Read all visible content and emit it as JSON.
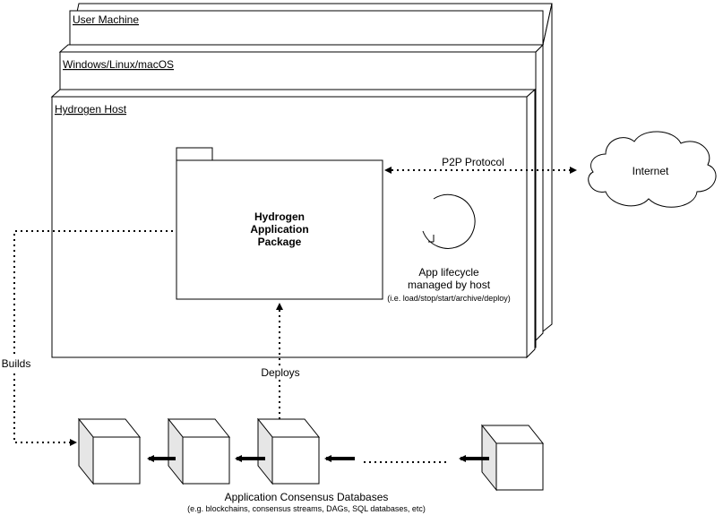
{
  "nodes": {
    "user_machine": "User Machine",
    "os": "Windows/Linux/macOS",
    "host": "Hydrogen Host",
    "package_line1": "Hydrogen",
    "package_line2": "Application",
    "package_line3": "Package",
    "internet": "Internet",
    "lifecycle_line1": "App lifecycle",
    "lifecycle_line2": "managed by host",
    "lifecycle_note": "(i.e. load/stop/start/archive/deploy)",
    "databases_title": "Application Consensus Databases",
    "databases_note": "(e.g. blockchains, consensus streams, DAGs, SQL databases, etc)"
  },
  "edges": {
    "p2p": "P2P Protocol",
    "builds": "Builds",
    "deploys": "Deploys"
  },
  "colors": {
    "stroke": "#000000",
    "fill": "#ffffff",
    "cube_side": "#e6e6e6"
  }
}
